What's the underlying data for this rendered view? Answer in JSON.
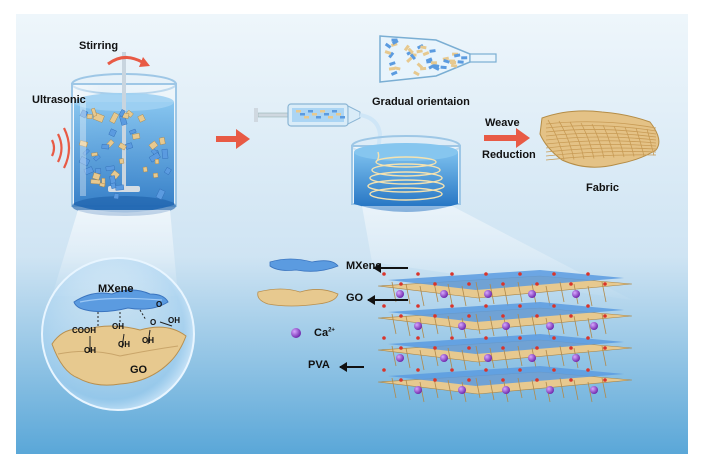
{
  "labels": {
    "stirring": "Stirring",
    "ultrasonic": "Ultrasonic",
    "gradual_orientation": "Gradual orientaion",
    "weave": "Weave",
    "reduction": "Reduction",
    "fabric": "Fabric",
    "mxene_inset": "MXene",
    "go_inset": "GO",
    "legend_mxene": "MXene",
    "legend_go": "GO",
    "legend_ca": "Ca",
    "legend_ca_charge": "2+",
    "legend_pva": "PVA"
  },
  "chem": {
    "cooh": "COOH",
    "oh1": "OH",
    "oh2": "OH",
    "oh3": "OH",
    "oh4": "OH",
    "oh5": "OH",
    "o1": "O",
    "o2": "O"
  },
  "colors": {
    "background_top": "#eef6fb",
    "background_bottom": "#5aa7d8",
    "arrow": "#e85a45",
    "mxene": "#5b9be0",
    "go": "#e7c98f",
    "ca": "#8a3fc2",
    "water": "#2f86d6"
  }
}
